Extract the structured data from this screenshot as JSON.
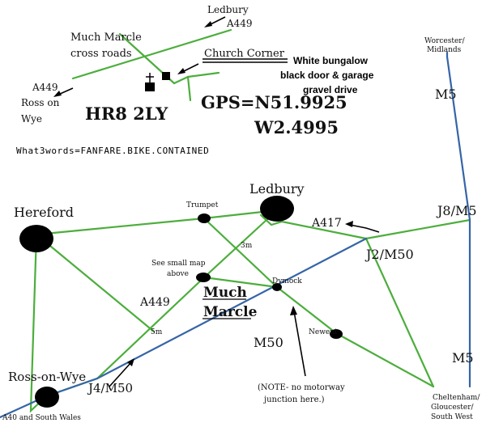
{
  "small_map": {
    "ledbury": "Ledbury",
    "a449_north": "A449",
    "much_marcle_line1": "Much Marcle",
    "much_marcle_line2": "cross roads",
    "church_corner": "Church Corner",
    "bungalow_line1": "White bungalow",
    "bungalow_line2": "black door & garage",
    "bungalow_line3": "gravel drive",
    "a449_south": "A449",
    "ross_line1": "Ross on",
    "ross_line2": "Wye",
    "postcode": "HR8 2LY",
    "gps_line1": "GPS=N51.9925",
    "gps_line2": "W2.4995",
    "what3words": "What3words=FANFARE.BIKE.CONTAINED"
  },
  "large_map": {
    "worcester_line1": "Worcester/",
    "worcester_line2": "Midlands",
    "m5_top": "M5",
    "ledbury": "Ledbury",
    "hereford": "Hereford",
    "trumpet": "Trumpet",
    "a417": "A417",
    "j8_m5": "J8/M5",
    "three_m": "3m",
    "see_small_map_line1": "See small map",
    "see_small_map_line2": "above",
    "dymock": "Dymock",
    "j2_m50": "J2/M50",
    "a449": "A449",
    "much_marcle_line1": "Much",
    "much_marcle_line2": "Marcle",
    "five_m": "5m",
    "newent": "Newent",
    "m50": "M50",
    "m5_bottom": "M5",
    "ross_on_wye": "Ross-on-Wye",
    "j4_m50": "J4/M50",
    "note_line1": "(NOTE- no motorway",
    "note_line2": "junction here.)",
    "cheltenham_line1": "Cheltenham/",
    "cheltenham_line2": "Gloucester/",
    "cheltenham_line3": "South West",
    "a40": "A40 and South Wales"
  },
  "colors": {
    "a_roads": "#4cae3c",
    "motorways": "#3565a8",
    "towns": "#000000"
  }
}
